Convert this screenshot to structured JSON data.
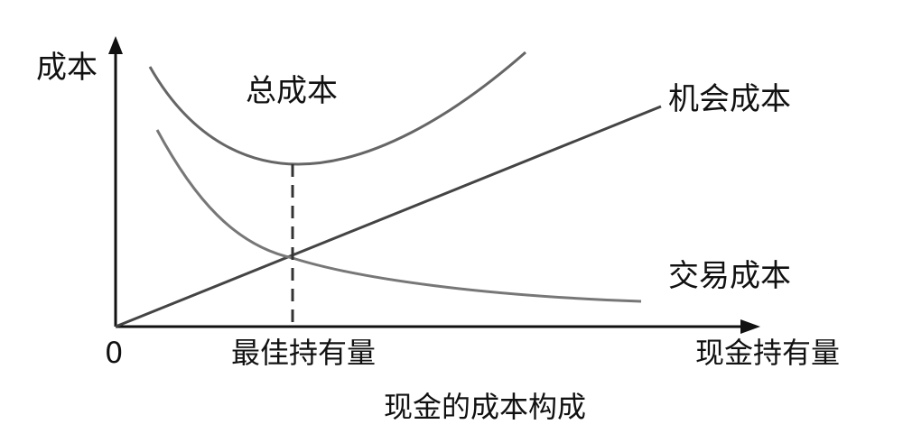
{
  "diagram": {
    "title": "现金的成本构成",
    "y_axis_label": "成本",
    "x_axis_label": "现金持有量",
    "origin_label": "0",
    "optimal_label": "最佳持有量"
  },
  "chart_data": {
    "type": "line",
    "title": "现金的成本构成",
    "xlabel": "现金持有量",
    "ylabel": "成本",
    "series": [
      {
        "name": "总成本"
      },
      {
        "name": "机会成本"
      },
      {
        "name": "交易成本"
      }
    ],
    "annotations": [
      "最佳持有量"
    ],
    "grid": false
  },
  "colors": {
    "axis": "#111111",
    "total_cost": "#666666",
    "opportunity_cost": "#444444",
    "transaction_cost": "#777777",
    "marker": "#333333"
  }
}
